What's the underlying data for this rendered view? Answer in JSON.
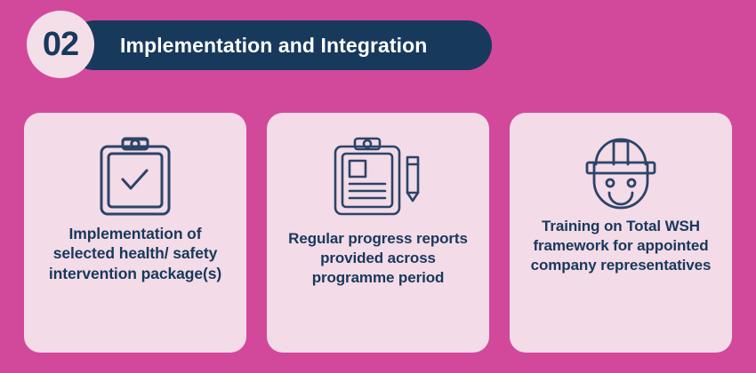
{
  "theme": {
    "background_color": "#d2499c",
    "navy": "#17395c",
    "card_background": "#f3dbe7",
    "badge_background": "#f4dfe9",
    "title_text_color": "#ffffff"
  },
  "header": {
    "step_number": "02",
    "title": "Implementation and Integration"
  },
  "cards": [
    {
      "icon": "clipboard-check-icon",
      "text": "Implementation of selected health/ safety intervention package(s)"
    },
    {
      "icon": "clipboard-pencil-report-icon",
      "text": "Regular progress reports provided across programme period"
    },
    {
      "icon": "hard-hat-worker-face-icon",
      "text": "Training on Total WSH framework for appointed company representatives"
    }
  ]
}
